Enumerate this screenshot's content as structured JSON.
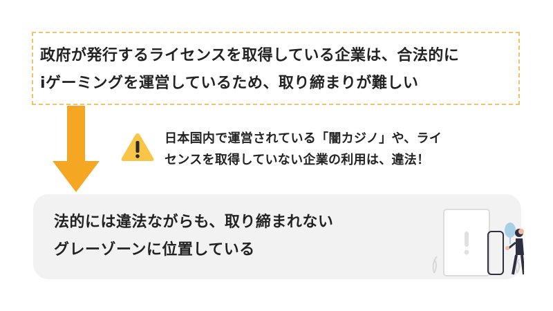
{
  "top_box": {
    "line1": "政府が発行するライセンスを取得している企業は、合法的に",
    "line2": "iゲーミングを運営しているため、取り締まりが難しい"
  },
  "warning": {
    "icon": "warning-icon",
    "line1": "日本国内で運営されている「闇カジノ」や、ライ",
    "line2": "センスを取得していない企業の利用は、違法！"
  },
  "bottom_box": {
    "line1": "法的には違法ながらも、取り締まれない",
    "line2": "グレーゾーンに位置している"
  },
  "colors": {
    "arrow": "#f5a623",
    "dashed_border": "#f2c46a",
    "warning_triangle": "#f7c548",
    "bottom_bg": "#f2f2f2",
    "illustration_accent": "#a8cfe6"
  }
}
